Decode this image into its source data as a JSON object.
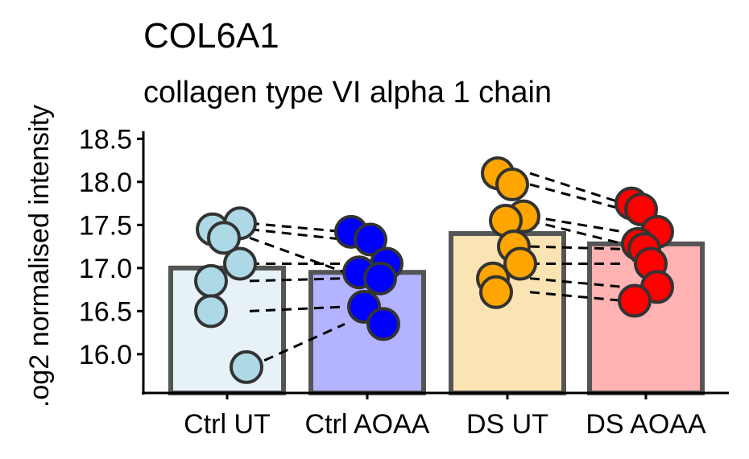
{
  "chart_data": {
    "type": "bar",
    "title": "COL6A1",
    "subtitle": "collagen type VI alpha 1 chain",
    "xlabel": "",
    "ylabel": ".og2 normalised intensity",
    "categories": [
      "Ctrl UT",
      "Ctrl AOAA",
      "DS UT",
      "DS AOAA"
    ],
    "values": [
      17.0,
      16.95,
      17.4,
      17.28
    ],
    "ylim": [
      15.55,
      18.55
    ],
    "yticks": [
      "16.0",
      "16.5",
      "17.0",
      "17.5",
      "18.0",
      "18.5"
    ],
    "grid": false,
    "bar_fill_colors": [
      "#e6f2f8",
      "#b3b3ff",
      "#fbe4b3",
      "#ffb3b3"
    ],
    "point_colors": [
      "#add8e6",
      "#0000ff",
      "#ffa500",
      "#ff0000"
    ],
    "bar_outline_color": "#555555",
    "points": [
      [
        17.45,
        17.52,
        17.35,
        17.05,
        16.85,
        16.5,
        15.85
      ],
      [
        17.42,
        17.33,
        17.05,
        16.95,
        16.88,
        16.55,
        16.35
      ],
      [
        18.1,
        17.97,
        17.6,
        17.55,
        17.25,
        17.05,
        16.88,
        16.72
      ],
      [
        17.75,
        17.68,
        17.42,
        17.28,
        17.22,
        17.05,
        16.78,
        16.62
      ]
    ],
    "pairs": [
      [
        [
          17.52,
          17.42
        ],
        [
          17.45,
          17.33
        ],
        [
          17.35,
          16.95
        ],
        [
          17.05,
          17.05
        ],
        [
          16.85,
          16.88
        ],
        [
          16.5,
          16.55
        ],
        [
          15.85,
          16.35
        ]
      ],
      [
        [
          18.1,
          17.75
        ],
        [
          17.97,
          17.68
        ],
        [
          17.6,
          17.42
        ],
        [
          17.55,
          17.28
        ],
        [
          17.25,
          17.22
        ],
        [
          17.05,
          17.05
        ],
        [
          16.88,
          16.78
        ],
        [
          16.72,
          16.62
        ]
      ]
    ]
  }
}
